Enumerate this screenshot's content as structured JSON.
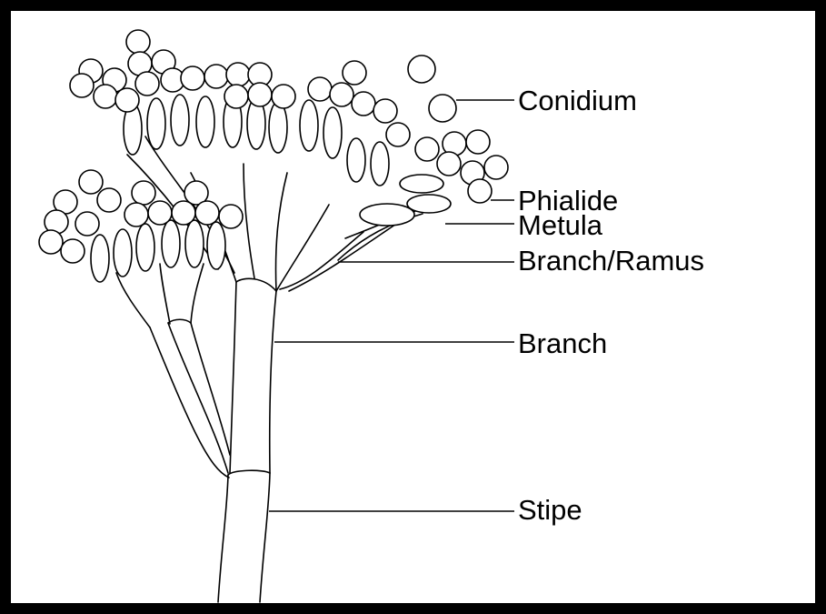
{
  "diagram": {
    "labels": {
      "conidium": "Conidium",
      "phialide": "Phialide",
      "metula": "Metula",
      "branch_ramus": "Branch/Ramus",
      "branch": "Branch",
      "stipe": "Stipe"
    }
  },
  "colors": {
    "frame": "#000000",
    "background": "#ffffff",
    "ink": "#000000"
  }
}
